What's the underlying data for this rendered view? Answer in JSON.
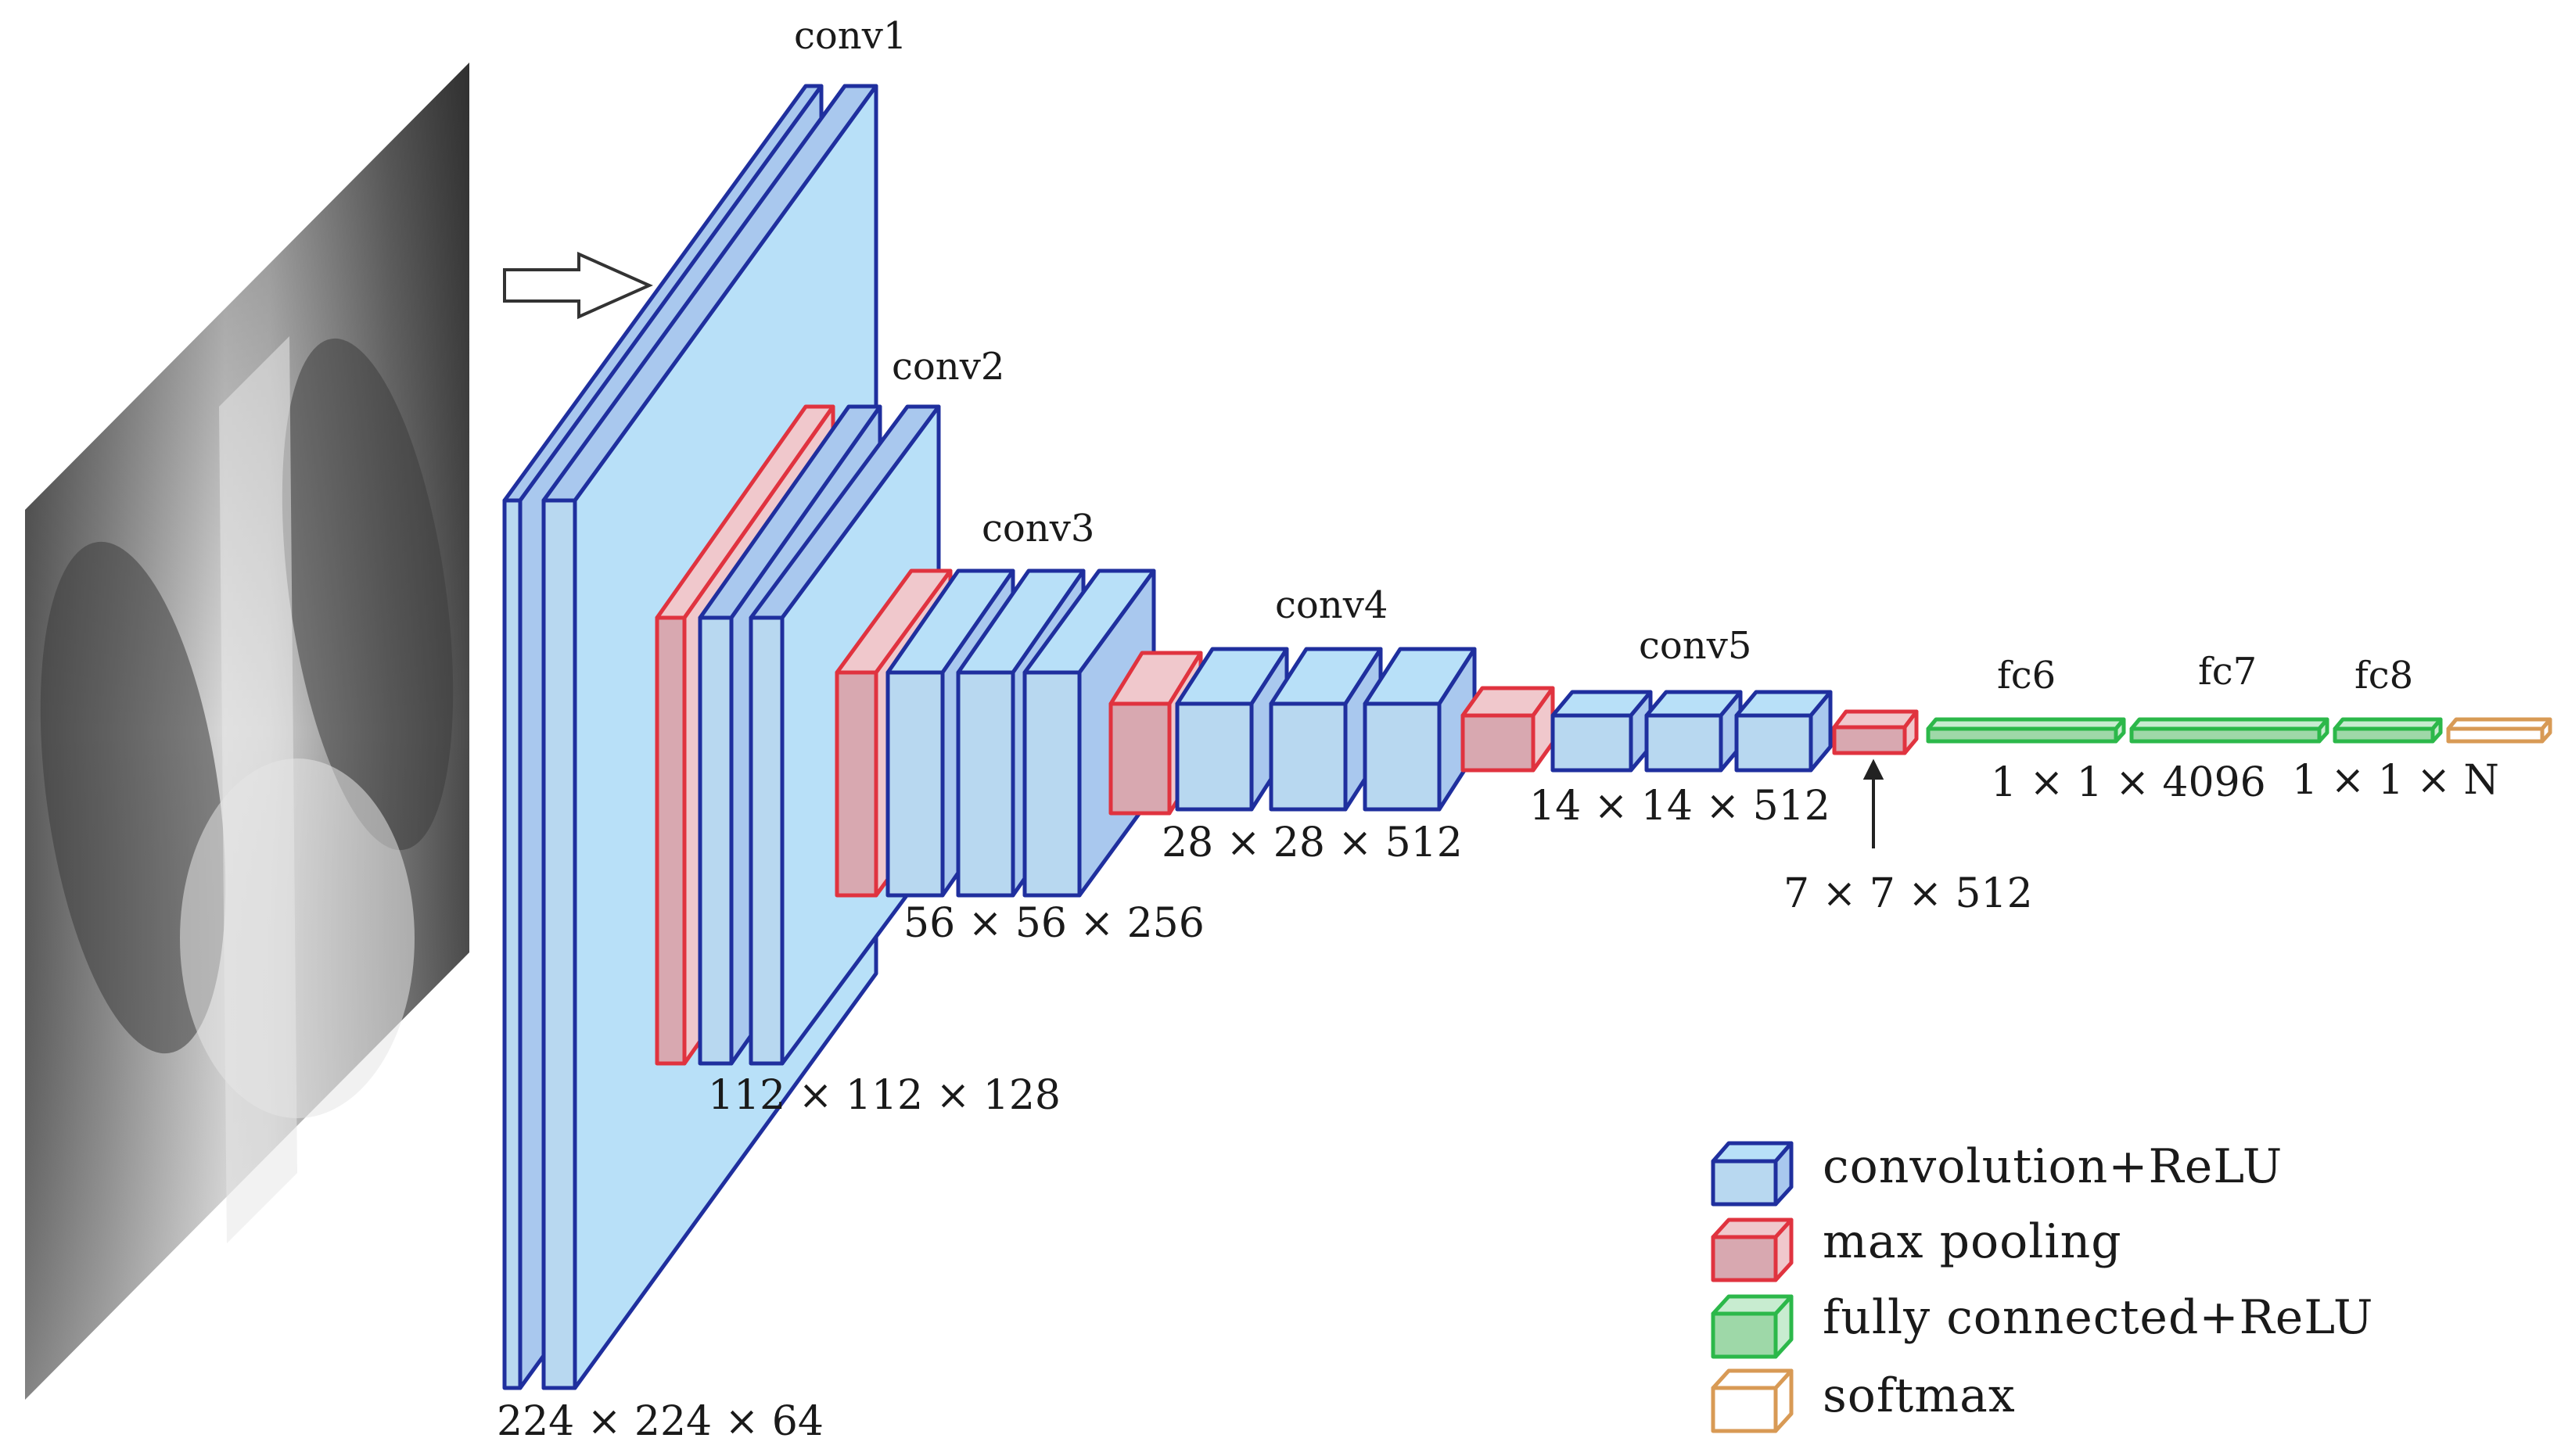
{
  "layers": {
    "conv1": "conv1",
    "conv2": "conv2",
    "conv3": "conv3",
    "conv4": "conv4",
    "conv5": "conv5",
    "fc6": "fc6",
    "fc7": "fc7",
    "fc8": "fc8"
  },
  "dims": {
    "d224": "224 × 224 × 64",
    "d112": "112 × 112 × 128",
    "d56": "56 × 56 × 256",
    "d28": "28 × 28 × 512",
    "d14": "14 × 14 × 512",
    "d7": "7 × 7 × 512",
    "fc": "1 × 1 × 4096",
    "out": "1 × 1 × N"
  },
  "legend": {
    "conv": "convolution+ReLU",
    "pool": "max pooling",
    "fc": "fully connected+ReLU",
    "softmax": "softmax"
  },
  "colors": {
    "conv_face": "#b8d8f0",
    "conv_edge": "#1f2f9e",
    "pool_face": "#d8a8b0",
    "pool_edge": "#e0333f",
    "fc_face": "#9ed8a8",
    "fc_edge": "#2cb84a",
    "softmax_edge": "#d89a55"
  }
}
